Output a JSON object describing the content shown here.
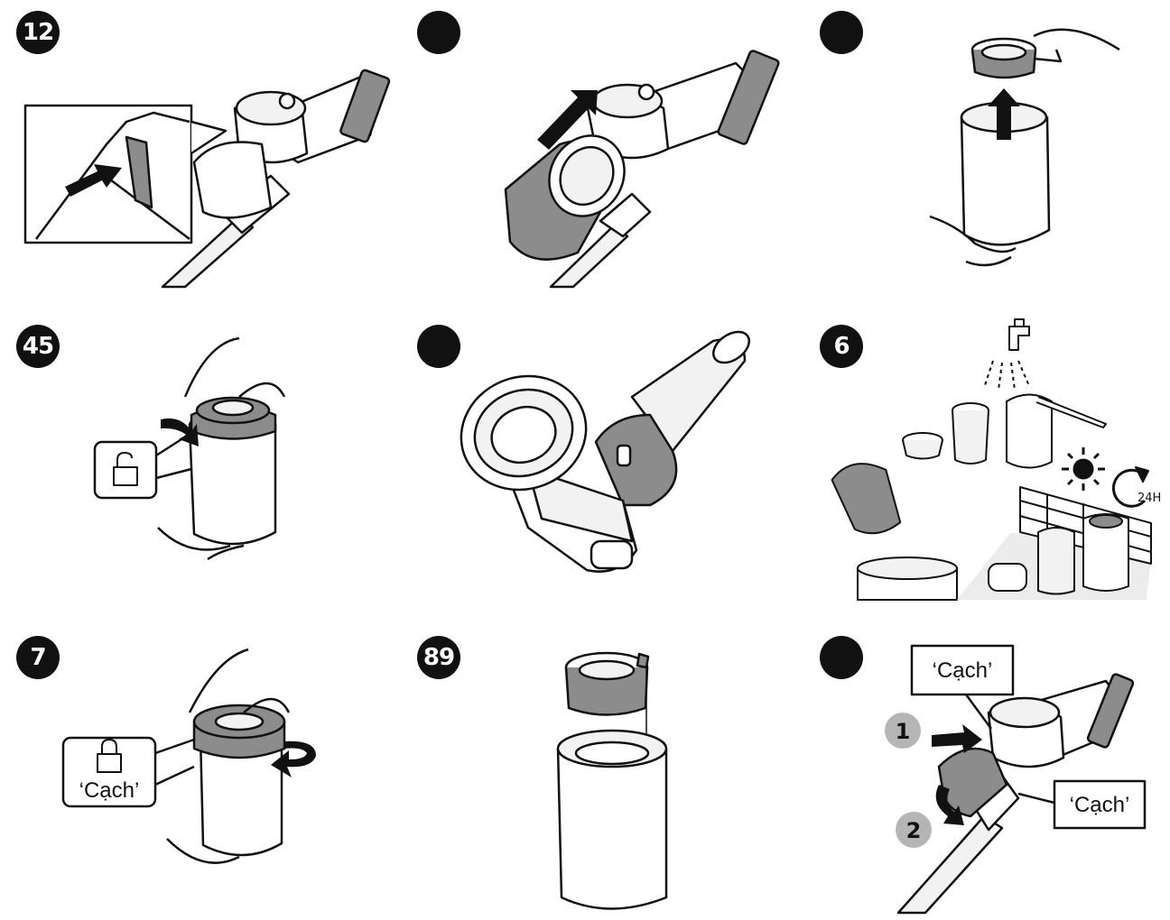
{
  "steps": [
    {
      "label": "12"
    },
    {
      "label": ""
    },
    {
      "label": ""
    },
    {
      "label": "45"
    },
    {
      "label": ""
    },
    {
      "label": "6"
    },
    {
      "label": "7"
    },
    {
      "label": "89"
    },
    {
      "label": ""
    }
  ],
  "panel7": {
    "callout_text": "‘Cạch’",
    "icon": "lock-closed-icon"
  },
  "panel9": {
    "callout_top": "‘Cạch’",
    "callout_bottom": "‘Cạch’",
    "step1": "1",
    "step2": "2"
  },
  "panel6": {
    "dry_time": "24H",
    "icons": [
      "sun-icon",
      "rotate-arrow-icon",
      "faucet-icon"
    ]
  },
  "panel4": {
    "icon": "lock-open-icon"
  },
  "colors": {
    "ink": "#111111",
    "grey_fill": "#8c8c8c",
    "light_fill": "#f2f2f2",
    "badge_grey": "#b5b5b5"
  }
}
